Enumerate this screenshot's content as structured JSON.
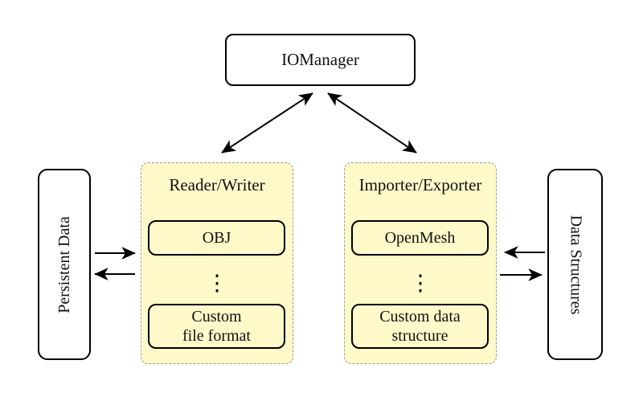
{
  "io_manager": {
    "label": "IOManager"
  },
  "persistent_data": {
    "label": "Persistent Data"
  },
  "data_structures": {
    "label": "Data Structures"
  },
  "reader_writer": {
    "label": "Reader/Writer",
    "top_item": "OBJ",
    "ellipsis": "⋮",
    "bottom_item": {
      "line1": "Custom",
      "line2": "file format"
    }
  },
  "importer_exporter": {
    "label": "Importer/Exporter",
    "top_item": "OpenMesh",
    "ellipsis": "⋮",
    "bottom_item": {
      "line1": "Custom data",
      "line2": "structure"
    }
  },
  "colors": {
    "background": "#FFFFFF",
    "group_fill": "#FDF9C9",
    "group_border": "#9B9B9B",
    "node_fill": "#FFFFFF",
    "node_border": "#000000",
    "arrow": "#000000"
  }
}
